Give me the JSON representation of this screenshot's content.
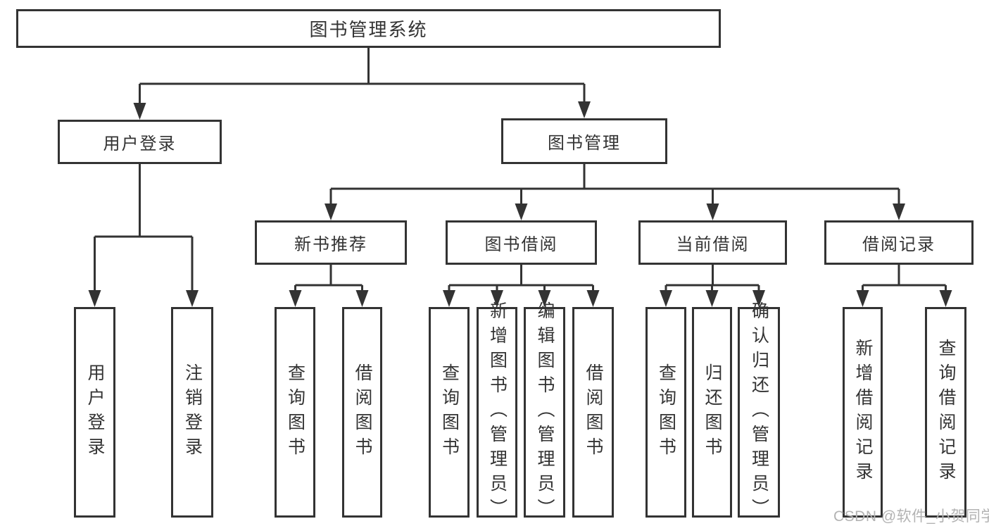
{
  "tree": {
    "root": {
      "label": "图书管理系统",
      "children": [
        {
          "label": "用户登录",
          "children": [
            {
              "label": "用户登录"
            },
            {
              "label": "注销登录"
            }
          ]
        },
        {
          "label": "图书管理",
          "children": [
            {
              "label": "新书推荐",
              "children": [
                {
                  "label": "查询图书"
                },
                {
                  "label": "借阅图书"
                }
              ]
            },
            {
              "label": "图书借阅",
              "children": [
                {
                  "label": "查询图书"
                },
                {
                  "label": "新增图书（管理员）"
                },
                {
                  "label": "编辑图书（管理员）"
                },
                {
                  "label": "借阅图书"
                }
              ]
            },
            {
              "label": "当前借阅",
              "children": [
                {
                  "label": "查询图书"
                },
                {
                  "label": "归还图书"
                },
                {
                  "label": "确认归还（管理员）"
                }
              ]
            },
            {
              "label": "借阅记录",
              "children": [
                {
                  "label": "新增借阅记录"
                },
                {
                  "label": "查询借阅记录"
                }
              ]
            }
          ]
        }
      ]
    }
  },
  "watermark": {
    "text": "CSDN @软件_小贺同学"
  },
  "colors": {
    "line": "#333333",
    "watermark": "#b3b3b3",
    "background": "#ffffff"
  }
}
